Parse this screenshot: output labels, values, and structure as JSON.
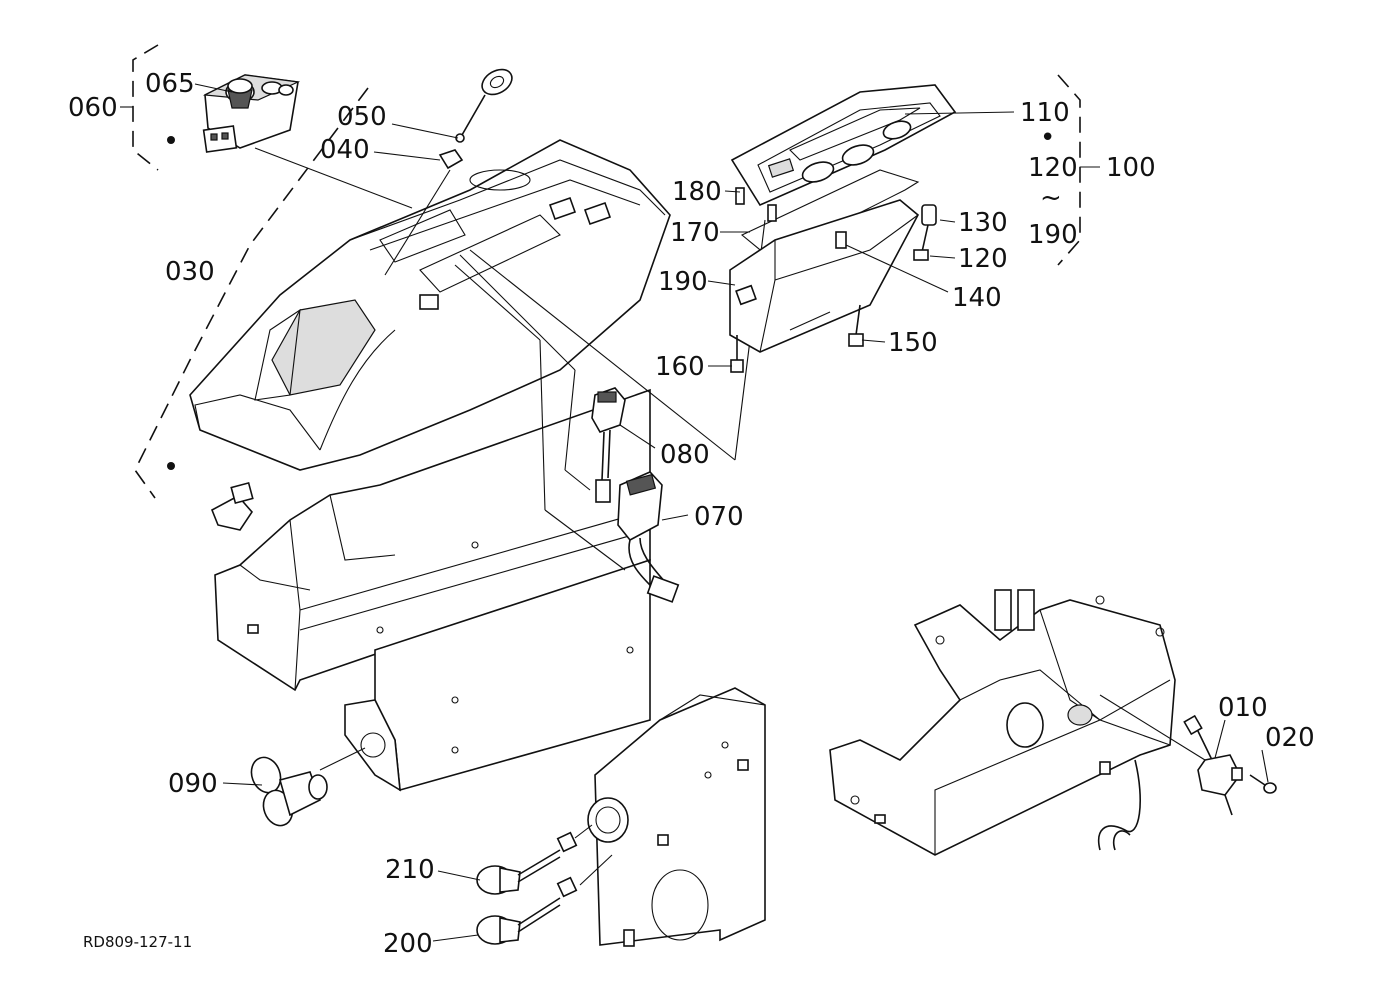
{
  "diagram_code": "RD809-127-11",
  "labels": {
    "l010": "010",
    "l020": "020",
    "l030": "030",
    "l040": "040",
    "l050": "050",
    "l060": "060",
    "l065": "065",
    "l070": "070",
    "l080": "080",
    "l090": "090",
    "l100": "100",
    "l110": "110",
    "l120a": "120",
    "l120b": "120",
    "l130": "130",
    "l140": "140",
    "l150": "150",
    "l160": "160",
    "l170": "170",
    "l180": "180",
    "l190a": "190",
    "l190b": "190",
    "l200": "200",
    "l210": "210",
    "dot_sep": "•",
    "tilde_sep": "~"
  }
}
